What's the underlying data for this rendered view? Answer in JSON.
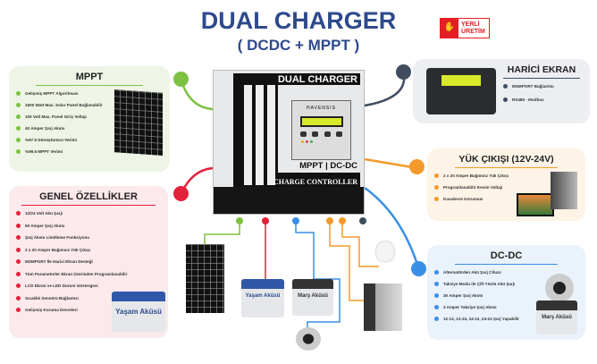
{
  "header": {
    "title": "DUAL CHARGER",
    "subtitle": "( DCDC + MPPT )"
  },
  "logo": {
    "line1": "YERLİ",
    "line2": "ÜRETİM",
    "color": "#e31e24"
  },
  "colors": {
    "title": "#2e4a8c",
    "mppt": "#7dc142",
    "genel": "#e2213b",
    "harici": "#3f4d5e",
    "yuk": "#f39a2b",
    "dcdc": "#3a8ee6"
  },
  "device": {
    "brand": "DUAL CHARGER",
    "logo_text": "HAVENSIS",
    "mode": "MPPT | DC-DC",
    "subtitle": "CHARGE CONTROLLER"
  },
  "mppt": {
    "title": "MPPT",
    "items": [
      "Gelişmiş MPPT Algoritması",
      "1500 Watt Max. Solar Panel Bağlanabilir",
      "100 Volt Max. Panel Giriş Voltajı",
      "40 Amper Şarj Akımı",
      "%97.5 Dönüştürücü Verimi",
      "%99.6 MPPT Verimi"
    ]
  },
  "genel": {
    "title": "GENEL ÖZELLİKLER",
    "items": [
      "12/24 Volt Akü Şarjı",
      "60 Amper Şarj Akımı",
      "Şarj Akımı Limitleme Fonksiyonu",
      "2 x 20 Amper Bağımsız Yük Çıkışı",
      "MSMPORT İle Harici Ekran Desteği",
      "Tüm Parametreler Ekran Üzerinden Programlanabilir",
      "LCD Ekran ve LED Durum Göstergesi",
      "Sıcaklık Sensörü Bağlantısı",
      "Gelişmiş Koruma Devreleri"
    ],
    "battery_label": "Yaşam Aküsü"
  },
  "harici": {
    "title": "HARİCİ EKRAN",
    "items": [
      "MSMPORT Bağlantısı",
      "RS485 - Modbus"
    ]
  },
  "yuk": {
    "title": "YÜK ÇIKIŞI (12V-24V)",
    "items": [
      "2 x 20 Amper Bağımsız Yük Çıkışı",
      "Programlanabilir Kesim Voltajı",
      "Kısadevre Koruması"
    ]
  },
  "dcdc": {
    "title": "DC-DC",
    "items": [
      "Alternatörden Akü Şarj Cihazı",
      "Takviye Modu ile Çift Yönlü Akü Şarjı",
      "30 Amper Şarj Akımı",
      "3 Amper Takviye Şarj Akımı",
      "12-12, 12-24, 24-12, 24-24 Şarj Yapabilir"
    ],
    "battery_label": "Marş Aküsü"
  },
  "bottom": {
    "battery1": "Yaşam Aküsü",
    "battery2": "Marş Aküsü"
  }
}
